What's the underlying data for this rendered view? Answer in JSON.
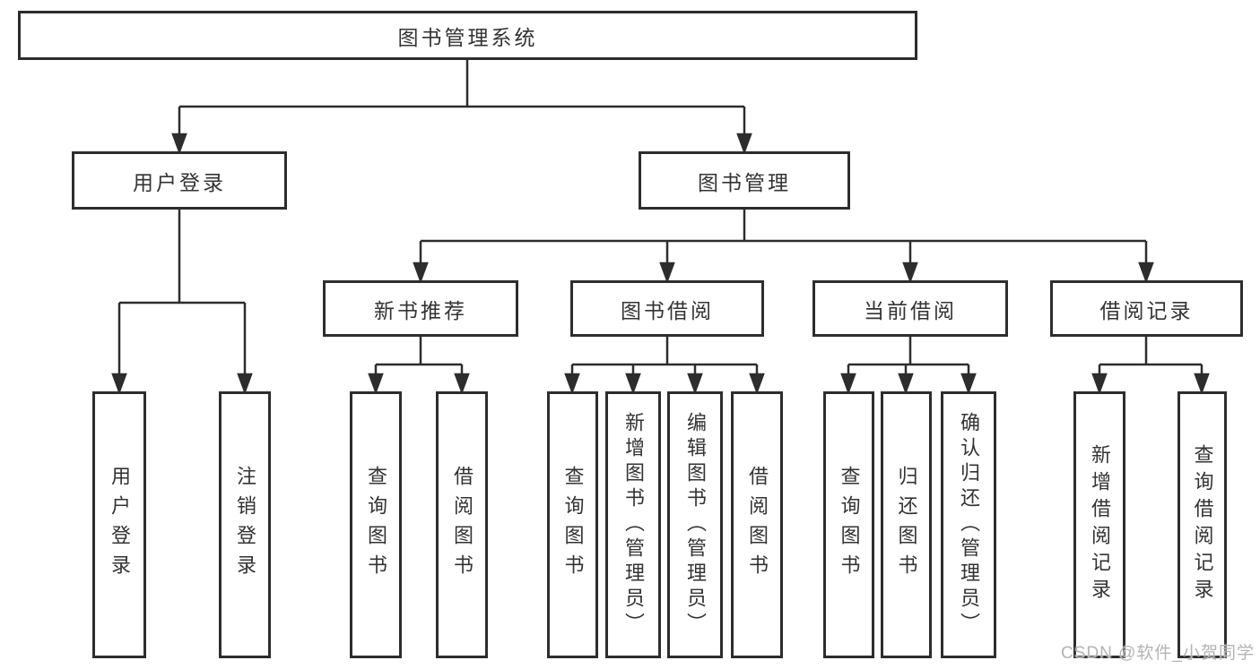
{
  "tree": {
    "label": "图书管理系统",
    "children": [
      {
        "label": "用户登录",
        "children": [
          {
            "label": "用户登录"
          },
          {
            "label": "注销登录"
          }
        ]
      },
      {
        "label": "图书管理",
        "children": [
          {
            "label": "新书推荐",
            "children": [
              {
                "label": "查询图书"
              },
              {
                "label": "借阅图书"
              }
            ]
          },
          {
            "label": "图书借阅",
            "children": [
              {
                "label": "查询图书"
              },
              {
                "label": "新增图书（管理员）"
              },
              {
                "label": "编辑图书（管理员）"
              },
              {
                "label": "借阅图书"
              }
            ]
          },
          {
            "label": "当前借阅",
            "children": [
              {
                "label": "查询图书"
              },
              {
                "label": "归还图书"
              },
              {
                "label": "确认归还（管理员）"
              }
            ]
          },
          {
            "label": "借阅记录",
            "children": [
              {
                "label": "新增借阅记录"
              },
              {
                "label": "查询借阅记录"
              }
            ]
          }
        ]
      }
    ]
  },
  "watermark": "CSDN @软件_小贺同学",
  "colors": {
    "line": "#2d2d2d",
    "text": "#333333",
    "background": "#ffffff",
    "watermark": "#b3b3b3"
  }
}
